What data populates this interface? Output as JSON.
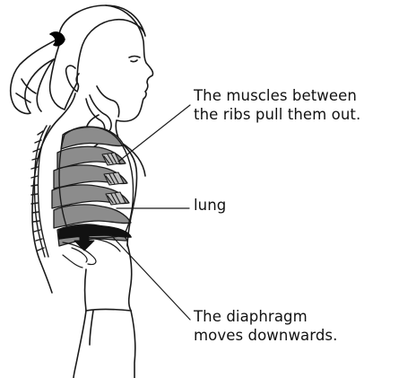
{
  "labels": {
    "ribs": {
      "line1": "The muscles between",
      "line2": "the ribs pull them out."
    },
    "lung": {
      "line1": "lung"
    },
    "diaphragm": {
      "line1": "The diaphragm",
      "line2": "moves downwards."
    }
  },
  "colors": {
    "outline": "#1a1a1a",
    "rib_fill": "#8c8c8c",
    "muscle_fill": "#bdbdbd",
    "hair_tie": "#000000",
    "background": "#ffffff"
  }
}
